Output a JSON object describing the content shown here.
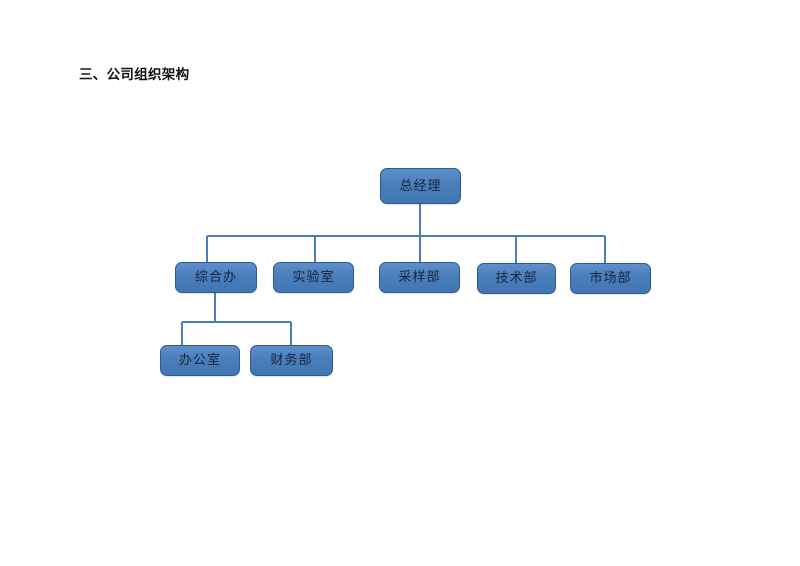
{
  "document": {
    "heading": "三、公司组织架构",
    "background_color": "#ffffff"
  },
  "org_chart": {
    "node_fill_color": "#4a7ebb",
    "node_border_color": "#2e5b8f",
    "connector_color": "#4a7ebb",
    "text_color": "#16243f",
    "nodes": [
      {
        "id": "ceo",
        "label": "总经理",
        "level": 1,
        "parent": null
      },
      {
        "id": "general",
        "label": "综合办",
        "level": 2,
        "parent": "ceo"
      },
      {
        "id": "lab",
        "label": "实验室",
        "level": 2,
        "parent": "ceo"
      },
      {
        "id": "sampling",
        "label": "采样部",
        "level": 2,
        "parent": "ceo"
      },
      {
        "id": "technical",
        "label": "技术部",
        "level": 2,
        "parent": "ceo"
      },
      {
        "id": "marketing",
        "label": "市场部",
        "level": 2,
        "parent": "ceo"
      },
      {
        "id": "office",
        "label": "办公室",
        "level": 3,
        "parent": "general"
      },
      {
        "id": "finance",
        "label": "财务部",
        "level": 3,
        "parent": "general"
      }
    ]
  }
}
